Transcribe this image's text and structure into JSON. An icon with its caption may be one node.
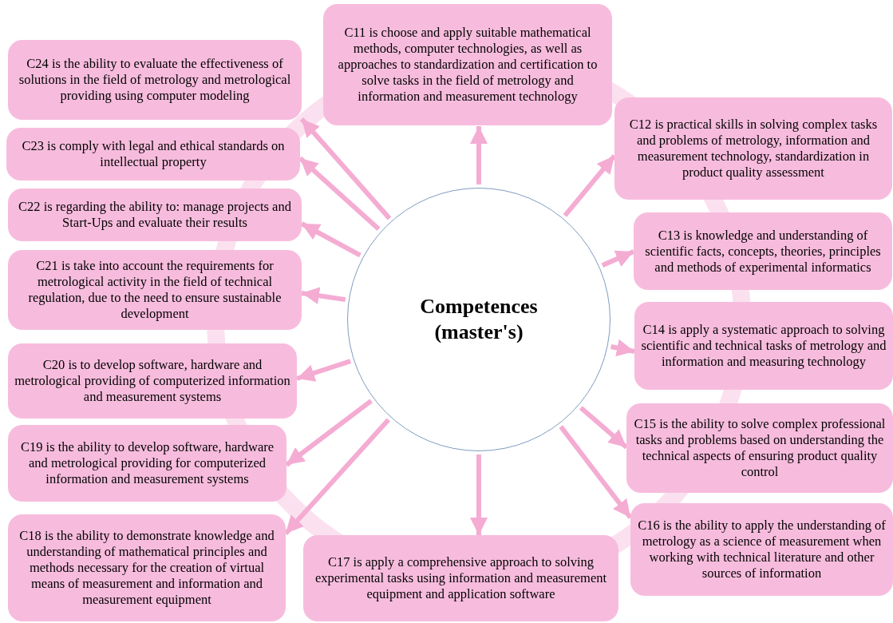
{
  "diagram": {
    "nodes": [
      {
        "text": [
          "Competences (master's)"
        ]
      },
      {
        "text": [
          "C11 is choose and apply suitable mathematical methods, computer technologies, as well as approaches to standardization and certification to solve tasks in the field of metrology and information and measurement technology"
        ]
      },
      {
        "text": [
          "C12 is practical skills in solving complex tasks and problems of metrology, information and measurement technology, standardization in product quality assessment"
        ]
      },
      {
        "text": [
          "C13 is knowledge and understanding of scientific facts, concepts, theories, principles and methods of experimental informatics"
        ]
      },
      {
        "text": [
          "C14 is apply a systematic approach to solving scientific and technical tasks of metrology and information and measuring technology"
        ]
      },
      {
        "text": [
          "C15 is the ability to solve complex professional tasks and problems based on understanding the technical aspects of ensuring product quality control"
        ]
      },
      {
        "text": [
          "C16 is the ability to apply the understanding of metrology as a science of measurement when working with technical literature and other sources of information"
        ]
      },
      {
        "text": [
          "C17 is apply a comprehensive approach to solving experimental tasks using information and measurement equipment and application software"
        ]
      },
      {
        "text": [
          "C18 is the ability to demonstrate knowledge and understanding of mathematical principles and methods necessary for the creation of virtual means of measurement and information and measurement equipment"
        ]
      },
      {
        "text": [
          "C19 is the ability to develop software, hardware and metrological providing for computerized information and measurement systems"
        ]
      },
      {
        "text": [
          "C20 is to develop software, hardware and metrological providing of computerized information and measurement systems"
        ]
      },
      {
        "text": [
          "C21 is take into account the requirements for metrological activity in the field of technical regulation, due to the need to ensure sustainable development"
        ]
      },
      {
        "text": [
          "C22 is regarding the ability to: manage projects and Start-Ups and evaluate their results"
        ]
      },
      {
        "text": [
          "C23 is comply with legal and ethical standards on intellectual property"
        ]
      },
      {
        "text": [
          "C24 is the ability to evaluate the effectiveness of solutions in the field of metrology and metrological providing using computer modeling"
        ]
      }
    ],
    "edges": [
      {
        "from": 0,
        "to": 1,
        "arrow": "to"
      },
      {
        "from": 0,
        "to": 2,
        "arrow": "to"
      },
      {
        "from": 0,
        "to": 3,
        "arrow": "to"
      },
      {
        "from": 0,
        "to": 4,
        "arrow": "to"
      },
      {
        "from": 0,
        "to": 5,
        "arrow": "to"
      },
      {
        "from": 0,
        "to": 6,
        "arrow": "to"
      },
      {
        "from": 0,
        "to": 7,
        "arrow": "to"
      },
      {
        "from": 0,
        "to": 8,
        "arrow": "to"
      },
      {
        "from": 0,
        "to": 9,
        "arrow": "to"
      },
      {
        "from": 0,
        "to": 10,
        "arrow": "to"
      },
      {
        "from": 0,
        "to": 11,
        "arrow": "to"
      },
      {
        "from": 0,
        "to": 12,
        "arrow": "to"
      },
      {
        "from": 0,
        "to": 13,
        "arrow": "to"
      },
      {
        "from": 0,
        "to": 14,
        "arrow": "to"
      }
    ]
  }
}
